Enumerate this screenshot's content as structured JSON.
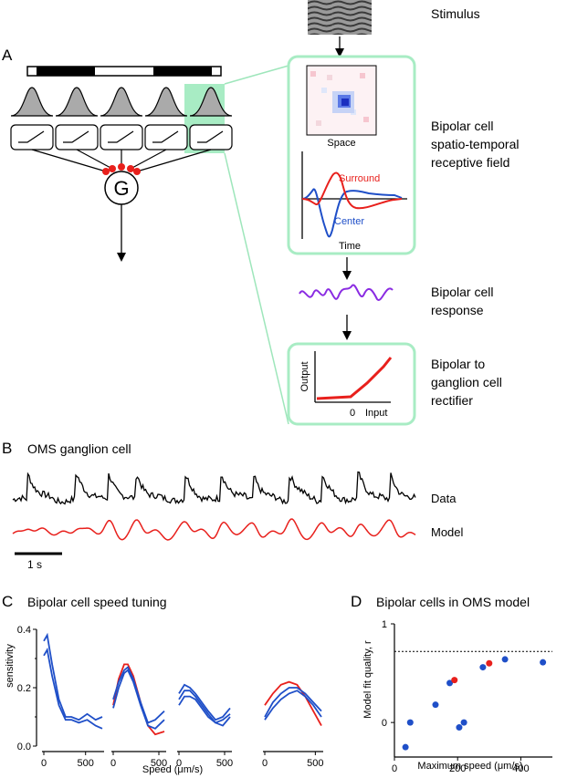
{
  "panels": {
    "A": {
      "letter": "A"
    },
    "B": {
      "letter": "B",
      "title": "OMS ganglion cell"
    },
    "C": {
      "letter": "C",
      "title": "Bipolar cell speed tuning"
    },
    "D": {
      "letter": "D",
      "title": "Bipolar cells in OMS model"
    }
  },
  "labels": {
    "stimulus": "Stimulus",
    "ganglion": "G",
    "space": "Space",
    "surround": "Surround",
    "center": "Center",
    "time": "Time",
    "rf_line1": "Bipolar cell",
    "rf_line2": "spatio-temporal",
    "rf_line3": "receptive field",
    "resp_line1": "Bipolar cell",
    "resp_line2": "response",
    "rect_line1": "Bipolar to",
    "rect_line2": "ganglion cell",
    "rect_line3": "rectifier",
    "output": "Output",
    "input": "Input",
    "zero": "0",
    "data": "Data",
    "model": "Model",
    "scalebar": "1 s"
  },
  "colors": {
    "highlight": "#a8ecc4",
    "red": "#e8201c",
    "blue": "#1f4fc8",
    "purple": "#8a2be2",
    "gray": "#aaaaaa"
  },
  "chart_data": [
    {
      "type": "line",
      "panel": "C",
      "ylabel": "sensitivity",
      "xlabel": "Speed (μm/s)",
      "yticks": [
        "0.0",
        "0.2",
        "0.4"
      ],
      "ylim": [
        0,
        0.4
      ],
      "subplots": [
        {
          "xticks": [
            "0",
            "500"
          ],
          "xlim": [
            0,
            700
          ],
          "series": [
            {
              "color": "blue",
              "x": [
                0,
                40,
                100,
                180,
                260,
                330,
                420,
                520,
                620,
                700
              ],
              "y": [
                0.36,
                0.38,
                0.28,
                0.16,
                0.1,
                0.1,
                0.09,
                0.11,
                0.09,
                0.1
              ]
            },
            {
              "color": "blue",
              "x": [
                0,
                40,
                100,
                180,
                260,
                330,
                420,
                520,
                620,
                700
              ],
              "y": [
                0.31,
                0.33,
                0.24,
                0.14,
                0.09,
                0.09,
                0.08,
                0.09,
                0.07,
                0.06
              ]
            }
          ]
        },
        {
          "xticks": [
            "0",
            "500"
          ],
          "xlim": [
            0,
            560
          ],
          "series": [
            {
              "color": "red",
              "x": [
                0,
                60,
                120,
                160,
                220,
                300,
                380,
                460,
                560
              ],
              "y": [
                0.14,
                0.23,
                0.28,
                0.28,
                0.24,
                0.15,
                0.07,
                0.04,
                0.05
              ]
            },
            {
              "color": "blue",
              "x": [
                0,
                60,
                120,
                160,
                220,
                300,
                380,
                460,
                560
              ],
              "y": [
                0.16,
                0.22,
                0.26,
                0.27,
                0.23,
                0.15,
                0.08,
                0.09,
                0.12
              ]
            },
            {
              "color": "blue",
              "x": [
                0,
                60,
                120,
                160,
                220,
                300,
                380,
                460,
                560
              ],
              "y": [
                0.13,
                0.2,
                0.25,
                0.26,
                0.22,
                0.14,
                0.07,
                0.06,
                0.09
              ]
            }
          ]
        },
        {
          "xticks": [
            "0",
            "500"
          ],
          "xlim": [
            0,
            560
          ],
          "series": [
            {
              "color": "blue",
              "x": [
                0,
                60,
                120,
                180,
                250,
                320,
                400,
                480,
                560
              ],
              "y": [
                0.18,
                0.21,
                0.2,
                0.18,
                0.15,
                0.12,
                0.09,
                0.1,
                0.13
              ]
            },
            {
              "color": "blue",
              "x": [
                0,
                60,
                120,
                180,
                250,
                320,
                400,
                480,
                560
              ],
              "y": [
                0.16,
                0.19,
                0.19,
                0.17,
                0.14,
                0.11,
                0.08,
                0.09,
                0.11
              ]
            },
            {
              "color": "blue",
              "x": [
                0,
                60,
                120,
                180,
                250,
                320,
                400,
                480,
                560
              ],
              "y": [
                0.14,
                0.17,
                0.17,
                0.16,
                0.13,
                0.1,
                0.08,
                0.07,
                0.1
              ]
            }
          ]
        },
        {
          "xticks": [
            "0",
            "500"
          ],
          "xlim": [
            0,
            560
          ],
          "series": [
            {
              "color": "red",
              "x": [
                0,
                80,
                160,
                240,
                320,
                400,
                480,
                560
              ],
              "y": [
                0.14,
                0.18,
                0.21,
                0.22,
                0.21,
                0.17,
                0.12,
                0.07
              ]
            },
            {
              "color": "blue",
              "x": [
                0,
                80,
                160,
                240,
                320,
                400,
                480,
                560
              ],
              "y": [
                0.1,
                0.15,
                0.18,
                0.2,
                0.2,
                0.18,
                0.15,
                0.12
              ]
            },
            {
              "color": "blue",
              "x": [
                0,
                80,
                160,
                240,
                320,
                400,
                480,
                560
              ],
              "y": [
                0.09,
                0.13,
                0.16,
                0.18,
                0.19,
                0.17,
                0.14,
                0.1
              ]
            }
          ]
        }
      ]
    },
    {
      "type": "scatter",
      "panel": "D",
      "xlabel": "Maximum speed (μm/s)",
      "ylabel": "Model fit quality, r",
      "xticks": [
        "0",
        "200",
        "400"
      ],
      "yticks": [
        "0",
        "1"
      ],
      "xlim": [
        0,
        500
      ],
      "ylim": [
        -0.35,
        1
      ],
      "reference_line_y": 0.72,
      "points": [
        {
          "x": 35,
          "y": -0.25,
          "color": "blue"
        },
        {
          "x": 50,
          "y": 0.0,
          "color": "blue"
        },
        {
          "x": 130,
          "y": 0.18,
          "color": "blue"
        },
        {
          "x": 175,
          "y": 0.4,
          "color": "blue"
        },
        {
          "x": 190,
          "y": 0.43,
          "color": "red"
        },
        {
          "x": 205,
          "y": -0.05,
          "color": "blue"
        },
        {
          "x": 220,
          "y": 0.0,
          "color": "blue"
        },
        {
          "x": 280,
          "y": 0.56,
          "color": "blue"
        },
        {
          "x": 300,
          "y": 0.6,
          "color": "red"
        },
        {
          "x": 350,
          "y": 0.64,
          "color": "blue"
        },
        {
          "x": 470,
          "y": 0.61,
          "color": "blue"
        }
      ]
    }
  ]
}
